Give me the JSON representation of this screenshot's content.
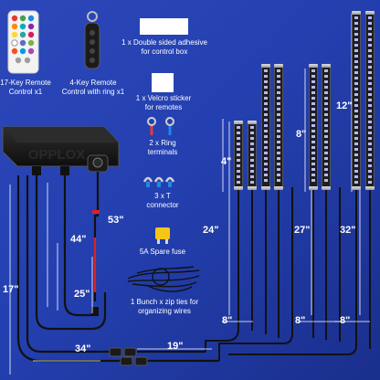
{
  "brand": "OPPLOX",
  "items": {
    "remote17": "17-Key Remote\nControl x1",
    "remote4": "4-Key Remote\nControl with ring x1",
    "adhesive": "1 x Double sided adhesive\nfor control box",
    "velcro": "1 x Velcro sticker\nfor remotes",
    "ring_terminals": "2 x Ring\nterminals",
    "t_connector": "3 x T\nconnector",
    "fuse": "5A Spare fuse",
    "zip_ties": "1 Bunch x zip ties for\norganizing wires"
  },
  "dimensions": {
    "strip_small": "4\"",
    "strip_medium": "8\"",
    "strip_large": "12\"",
    "wire_24": "24\"",
    "wire_27": "27\"",
    "wire_32": "32\"",
    "lead_8_a": "8\"",
    "lead_8_b": "8\"",
    "lead_8_c": "8\"",
    "wire_53": "53\"",
    "wire_44": "44\"",
    "wire_25": "25\"",
    "wire_17": "17\"",
    "wire_34": "34\"",
    "wire_19": "19\""
  },
  "colors": {
    "background": "#2440b0",
    "strip_body": "#1e1e1e",
    "led": "#b8b8ff",
    "wire_red": "#e02020",
    "fuse": "#f5c518"
  }
}
